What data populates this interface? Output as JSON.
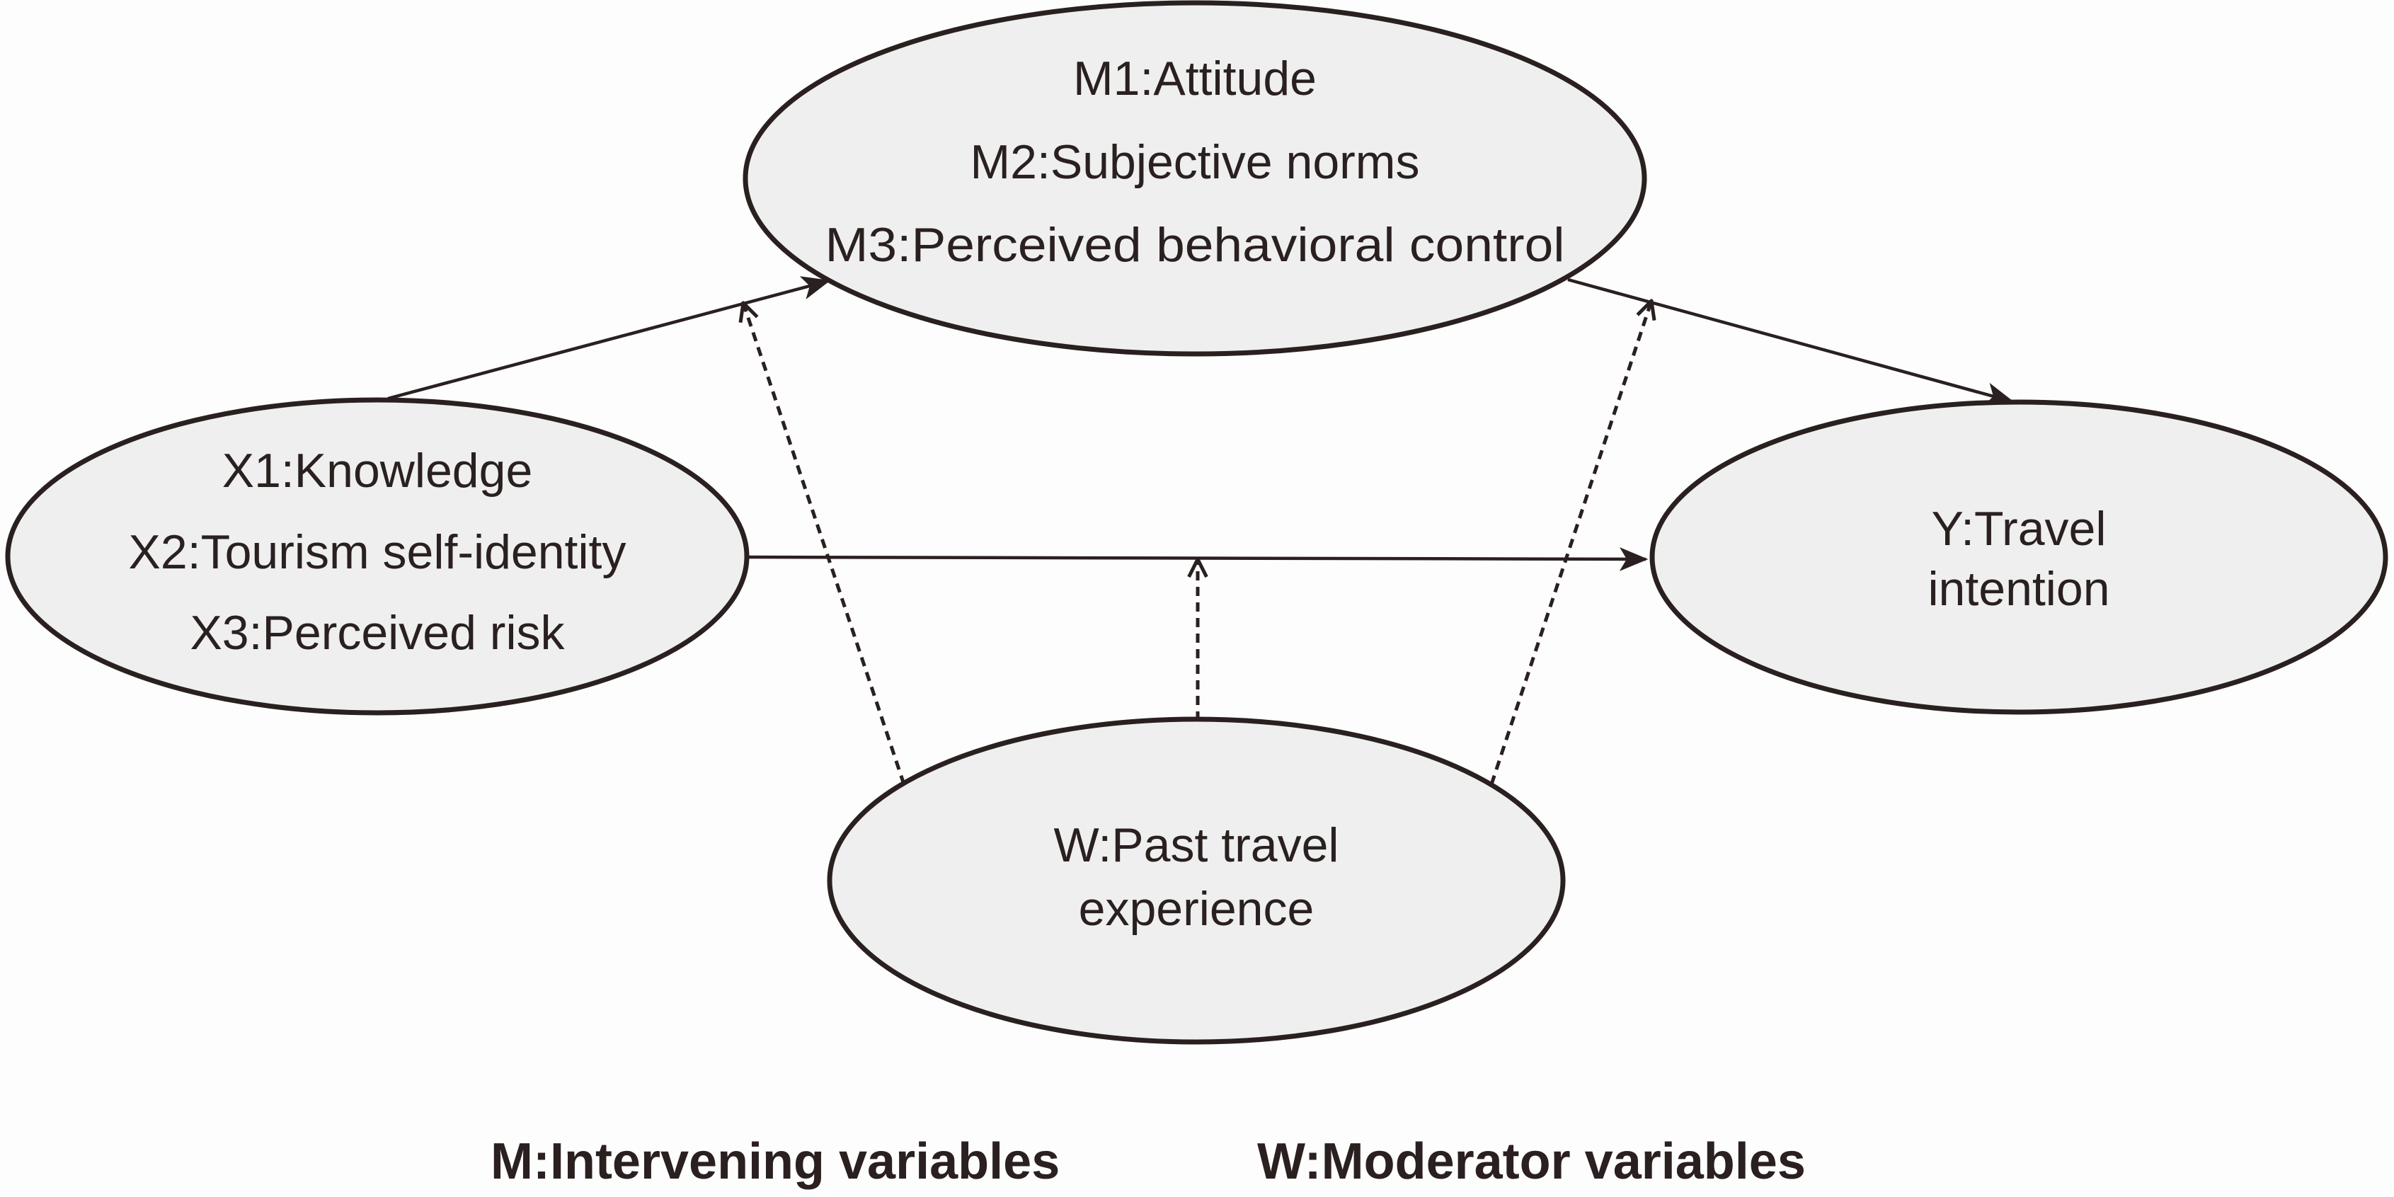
{
  "nodes": {
    "mediators": {
      "lines": [
        "M1:Attitude",
        "M2:Subjective norms",
        "M3:Perceived behavioral control"
      ]
    },
    "independents": {
      "lines": [
        "X1:Knowledge",
        "X2:Tourism self-identity",
        "X3:Perceived risk"
      ]
    },
    "outcome": {
      "lines": [
        "Y:Travel",
        "intention"
      ]
    },
    "moderator": {
      "lines": [
        "W:Past travel",
        "experience"
      ]
    }
  },
  "edges": [
    {
      "from": "independents",
      "to": "mediators",
      "style": "solid"
    },
    {
      "from": "mediators",
      "to": "outcome",
      "style": "solid"
    },
    {
      "from": "independents",
      "to": "outcome",
      "style": "solid"
    },
    {
      "from": "moderator",
      "to": "independents-to-mediators path",
      "style": "dashed"
    },
    {
      "from": "moderator",
      "to": "independents-to-outcome path",
      "style": "dashed"
    },
    {
      "from": "moderator",
      "to": "mediators-to-outcome path",
      "style": "dashed"
    }
  ],
  "legend": {
    "intervening": "M:Intervening variables",
    "moderator": "W:Moderator variables"
  },
  "colors": {
    "ellipse_fill": "#efefef",
    "line": "#2a2020",
    "background": "#fdfdfd"
  }
}
